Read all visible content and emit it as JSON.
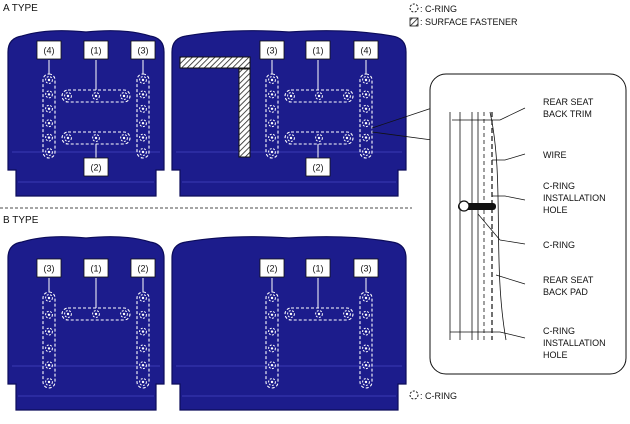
{
  "sections": {
    "a_type_title": "A TYPE",
    "b_type_title": "B TYPE"
  },
  "legend": {
    "c_ring": ": C-RING",
    "surface_fastener": ": SURFACE FASTENER",
    "c_ring_bottom": ": C-RING"
  },
  "a_type": {
    "left_labels": [
      "(4)",
      "(1)",
      "(3)",
      "(2)"
    ],
    "right_labels": [
      "(3)",
      "(1)",
      "(4)",
      "(2)"
    ]
  },
  "b_type": {
    "left_labels": [
      "(3)",
      "(1)",
      "(2)"
    ],
    "right_labels": [
      "(2)",
      "(1)",
      "(3)"
    ]
  },
  "detail": {
    "rear_seat_back_trim": [
      "REAR SEAT",
      "BACK TRIM"
    ],
    "wire": "WIRE",
    "c_ring_installation_hole_top": [
      "C-RING",
      "INSTALLATION",
      "HOLE"
    ],
    "c_ring": "C-RING",
    "rear_seat_back_pad": [
      "REAR SEAT",
      "BACK PAD"
    ],
    "c_ring_installation_hole_bottom": [
      "C-RING",
      "INSTALLATION",
      "HOLE"
    ]
  },
  "colors": {
    "seat_fill": "#1c1c8c",
    "seat_edge": "#0c0c5a",
    "seat_seam": "#3a3ab4",
    "wire_stroke": "#ffffff",
    "label_box": "#ffffff",
    "text": "#111111"
  }
}
